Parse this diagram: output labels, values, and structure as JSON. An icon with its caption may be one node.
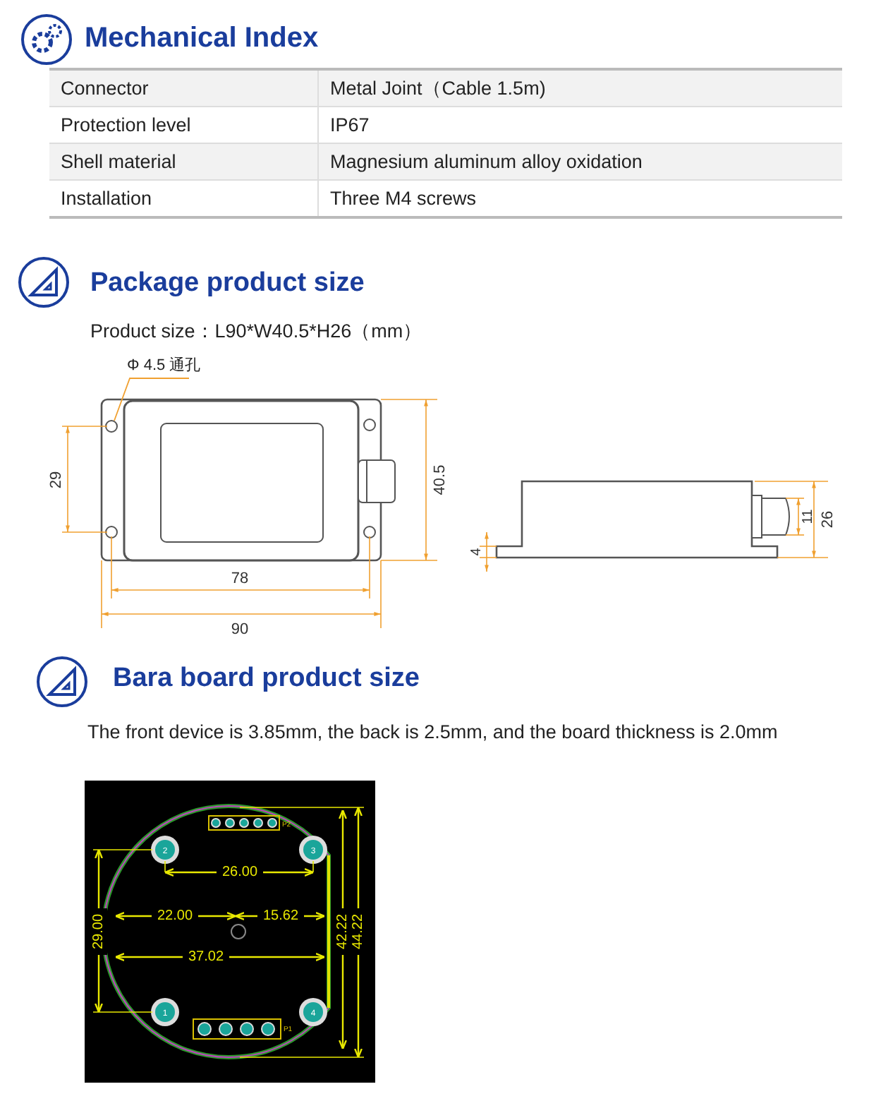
{
  "diagram": {
    "nodes": [
      {
        "text": [
          "Φ 4.5 通孔"
        ]
      },
      {
        "text": [],
        "shape": "circle"
      }
    ],
    "edges": [
      {
        "from": 0,
        "to": 1,
        "arrow": "none"
      }
    ],
    "labels": [
      "Mechanical Index",
      "Connector",
      "Metal Joint（Cable 1.5m)",
      "Protection level",
      "IP67",
      "Shell material",
      "Magnesium aluminum alloy oxidation",
      "Installation",
      "Three M4 screws",
      "Package product size",
      "Product size：L90*W40.5*H26（mm）",
      "29",
      "40.5",
      "78",
      "90",
      "4",
      "11",
      "26",
      "Bara board product size",
      "The front device is 3.85mm, the back is 2.5mm, and the board thickness is 2.0mm",
      "P2",
      "2",
      "3",
      "26.00",
      "22.00",
      "15.62",
      "29.00",
      "42.22",
      "44.22",
      "37.02",
      "1",
      "4",
      "P1"
    ]
  }
}
